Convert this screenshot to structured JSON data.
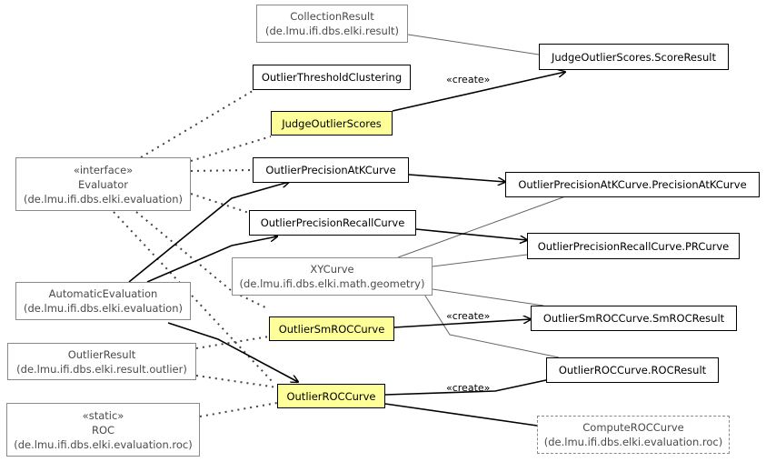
{
  "nodes": {
    "collection_result": {
      "title": "CollectionResult",
      "pkg": "(de.lmu.ifi.dbs.elki.result)"
    },
    "judge_score_result": {
      "title": "JudgeOutlierScores.ScoreResult"
    },
    "outlier_threshold_clustering": {
      "title": "OutlierThresholdClustering"
    },
    "judge_outlier_scores": {
      "title": "JudgeOutlierScores"
    },
    "evaluator": {
      "stereotype": "«interface»",
      "title": "Evaluator",
      "pkg": "(de.lmu.ifi.dbs.elki.evaluation)"
    },
    "outlier_precision_atk_curve": {
      "title": "OutlierPrecisionAtKCurve"
    },
    "precision_atk_curve_result": {
      "title": "OutlierPrecisionAtKCurve.PrecisionAtKCurve"
    },
    "outlier_precision_recall_curve": {
      "title": "OutlierPrecisionRecallCurve"
    },
    "pr_curve_result": {
      "title": "OutlierPrecisionRecallCurve.PRCurve"
    },
    "xy_curve": {
      "title": "XYCurve",
      "pkg": "(de.lmu.ifi.dbs.elki.math.geometry)"
    },
    "automatic_evaluation": {
      "title": "AutomaticEvaluation",
      "pkg": "(de.lmu.ifi.dbs.elki.evaluation)"
    },
    "outlier_smroc_curve": {
      "title": "OutlierSmROCCurve"
    },
    "smroc_result": {
      "title": "OutlierSmROCCurve.SmROCResult"
    },
    "outlier_result": {
      "title": "OutlierResult",
      "pkg": "(de.lmu.ifi.dbs.elki.result.outlier)"
    },
    "outlier_roc_curve": {
      "title": "OutlierROCCurve"
    },
    "roc_result": {
      "title": "OutlierROCCurve.ROCResult"
    },
    "roc": {
      "stereotype": "«static»",
      "title": "ROC",
      "pkg": "(de.lmu.ifi.dbs.elki.evaluation.roc)"
    },
    "compute_roc_curve": {
      "title": "ComputeROCCurve",
      "pkg": "(de.lmu.ifi.dbs.elki.evaluation.roc)"
    }
  },
  "edge_labels": {
    "create_score": "«create»",
    "create_smroc": "«create»",
    "create_roc": "«create»"
  }
}
